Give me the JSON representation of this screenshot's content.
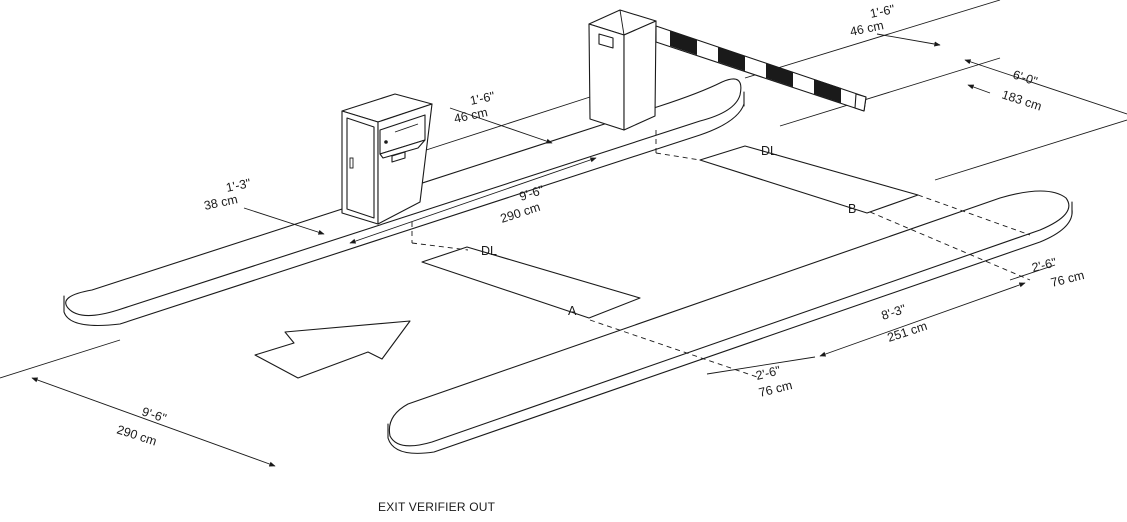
{
  "caption": "EXIT VERIFIER OUT",
  "loops": {
    "a": "DL",
    "a_mark": "A",
    "b": "DL",
    "b_mark": "B"
  },
  "dimensions": {
    "verifier_offset_ft": "1'-3\"",
    "verifier_offset_cm": "38 cm",
    "gate_offset_ft": "1'-6\"",
    "gate_offset_cm": "46 cm",
    "arm_offset_ft": "1'-6\"",
    "arm_offset_cm": "46 cm",
    "arm_length_ft": "6'-0\"",
    "arm_length_cm": "183 cm",
    "lane_width_ft": "9'-6\"",
    "lane_width_cm": "290 cm",
    "entry_width_ft": "9'-6\"",
    "entry_width_cm": "290 cm",
    "loop_spacing_ft": "8'-3\"",
    "loop_spacing_cm": "251 cm",
    "loop_a_setback_ft": "2'-6\"",
    "loop_a_setback_cm": "76 cm",
    "loop_b_setback_ft": "2'-6\"",
    "loop_b_setback_cm": "76 cm"
  }
}
